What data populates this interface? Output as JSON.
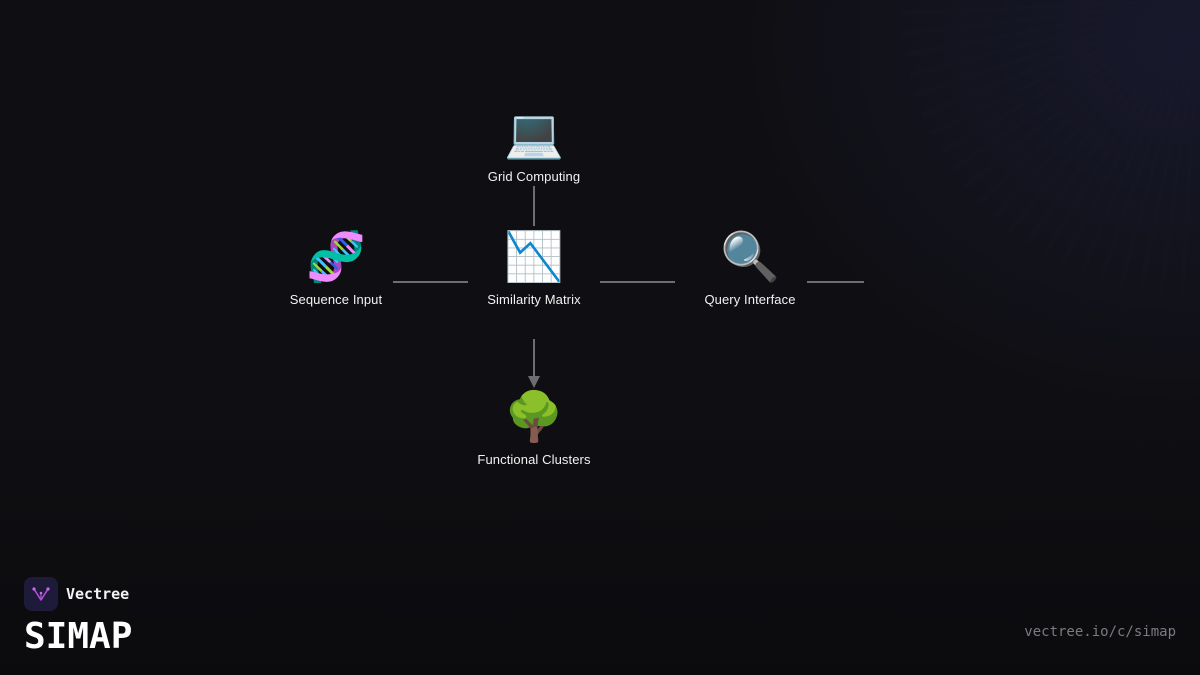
{
  "diagram": {
    "nodes": [
      {
        "id": "grid",
        "label": "Grid Computing",
        "emoji": "💻",
        "icon": "laptop-icon"
      },
      {
        "id": "seq",
        "label": "Sequence Input",
        "emoji": "🧬",
        "icon": "dna-icon"
      },
      {
        "id": "sim",
        "label": "Similarity Matrix",
        "emoji": "📉",
        "icon": "chart-decreasing-icon"
      },
      {
        "id": "query",
        "label": "Query Interface",
        "emoji": "🔍",
        "icon": "magnifying-glass-icon"
      },
      {
        "id": "clusters",
        "label": "Functional Clusters",
        "emoji": "🌳",
        "icon": "tree-icon"
      }
    ],
    "edges": [
      {
        "from": "grid",
        "to": "sim",
        "arrow": false
      },
      {
        "from": "seq",
        "to": "sim",
        "arrow": false
      },
      {
        "from": "sim",
        "to": "query",
        "arrow": false
      },
      {
        "from": "query",
        "to": null,
        "arrow": false
      },
      {
        "from": "sim",
        "to": "clusters",
        "arrow": true
      }
    ]
  },
  "brand": {
    "name": "Vectree",
    "product": "SIMAP",
    "url": "vectree.io/c/simap",
    "logo_icon": "vectree-logo-icon",
    "logo_color": "#b24fd6"
  },
  "colors": {
    "background": "#0f0f13",
    "edge": "#6e6e6e",
    "text": "#f2f2f2"
  }
}
